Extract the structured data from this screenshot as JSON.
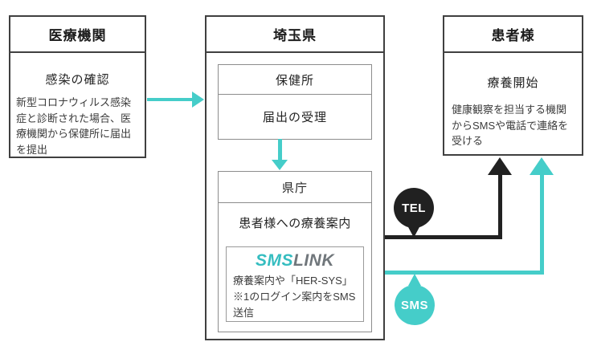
{
  "colors": {
    "teal": "#45cdc9",
    "dark": "#212121",
    "box-border": "#404040",
    "inner-border": "#8c8c8c",
    "heading-text": "#2b2b2b",
    "body-text": "#3c3c3c",
    "logo-teal": "#35bdc0",
    "logo-gray": "#70767b"
  },
  "medical": {
    "title": "医療機関",
    "heading": "感染の確認",
    "body": "新型コロナウィルス感染症と診断された場合、医療機関から保健所に届出を提出"
  },
  "saitama": {
    "title": "埼玉県",
    "hokenjo": {
      "name": "保健所",
      "step": "届出の受理"
    },
    "kencho": {
      "name": "県庁",
      "step": "患者様への療養案内"
    },
    "smslink": {
      "logo_sms": "SMS",
      "logo_link": "LINK",
      "description": "療養案内や「HER-SYS」※1のログイン案内をSMS送信"
    }
  },
  "patient": {
    "title": "患者様",
    "heading": "療養開始",
    "body": "健康観察を担当する機関からSMSや電話で連絡を受ける"
  },
  "badges": {
    "tel": "TEL",
    "sms": "SMS"
  }
}
